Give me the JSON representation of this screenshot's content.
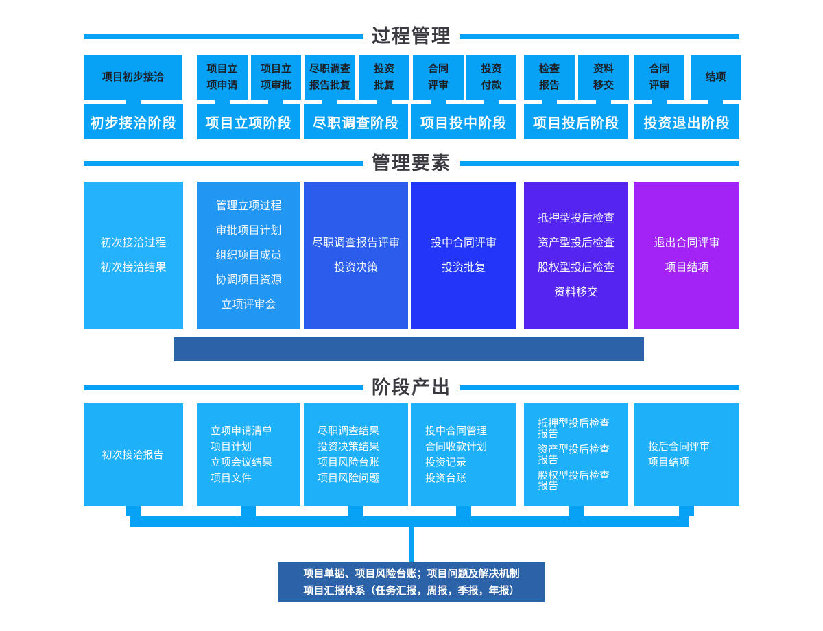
{
  "colors": {
    "accent_blue": "#07a2f6",
    "light_blue_box": "#1fb0fa",
    "dark_blue_bar": "#2b62a8",
    "node_text": "#1c2026",
    "title_text": "#3a3a40"
  },
  "sections": {
    "process": {
      "title": "过程管理",
      "nodes": [
        {
          "lines": [
            "项目初步接洽"
          ]
        },
        {
          "lines": [
            "项目立",
            "项申请"
          ]
        },
        {
          "lines": [
            "项目立",
            "项审批"
          ]
        },
        {
          "lines": [
            "尽职调查",
            "报告批复"
          ]
        },
        {
          "lines": [
            "投资",
            "批复"
          ]
        },
        {
          "lines": [
            "合同",
            "评审"
          ]
        },
        {
          "lines": [
            "投资",
            "付款"
          ]
        },
        {
          "lines": [
            "检查",
            "报告"
          ]
        },
        {
          "lines": [
            "资料",
            "移交"
          ]
        },
        {
          "lines": [
            "合同",
            "评审"
          ]
        },
        {
          "lines": [
            "结项"
          ]
        }
      ],
      "stages": [
        "初步接洽阶段",
        "项目立项阶段",
        "尽职调查阶段",
        "项目投中阶段",
        "项目投后阶段",
        "投资退出阶段"
      ]
    },
    "elements": {
      "title": "管理要素",
      "boxes": [
        {
          "color": "#23b2fb",
          "items": [
            "初次接洽过程",
            "初次接洽结果"
          ]
        },
        {
          "color": "#2196f3",
          "items": [
            "管理立项过程",
            "审批项目计划",
            "组织项目成员",
            "协调项目资源",
            "立项评审会"
          ]
        },
        {
          "color": "#2b5cec",
          "items": [
            "尽职调查报告评审",
            "投资决策"
          ]
        },
        {
          "color": "#2235f8",
          "items": [
            "投中合同评审",
            "投资批复"
          ]
        },
        {
          "color": "#5524f0",
          "items": [
            "抵押型投后检查",
            "资产型投后检查",
            "股权型投后检查",
            "资料移交"
          ]
        },
        {
          "color": "#a322f5",
          "items": [
            "退出合同评审",
            "项目结项"
          ]
        }
      ]
    },
    "outputs": {
      "title": "阶段产出",
      "boxes": [
        {
          "items": [
            "初次接洽报告"
          ]
        },
        {
          "items": [
            "立项申请清单",
            "项目计划",
            "立项会议结果",
            "项目文件"
          ]
        },
        {
          "items": [
            "尽职调查结果",
            "投资决策结果",
            "项目风险台账",
            "项目风险问题"
          ]
        },
        {
          "items": [
            "投中合同管理",
            "合同收款计划",
            "投资记录",
            "投资台账"
          ]
        },
        {
          "items": [
            "抵押型投后检查报告",
            "资产型投后检查报告",
            "股权型投后检查报告"
          ]
        },
        {
          "items": [
            "投后合同评审",
            "项目结项"
          ]
        }
      ],
      "summary": {
        "line1": "项目单据、项目风险台账；项目问题及解决机制",
        "line2": "项目汇报体系（任务汇报，周报，季报，年报）"
      }
    }
  }
}
